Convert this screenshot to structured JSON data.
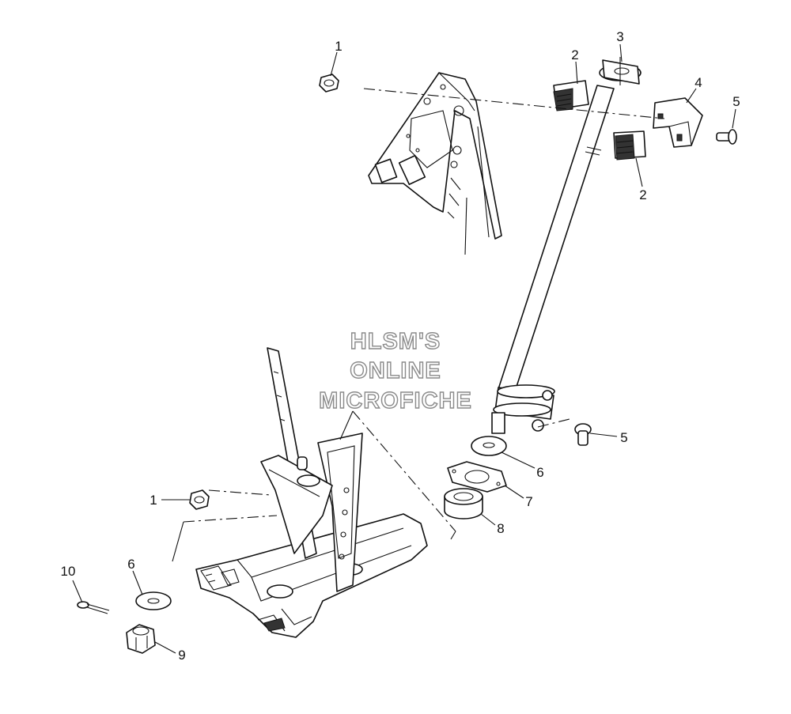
{
  "watermark": {
    "line1": "HLSM'S",
    "line2": "ONLINE",
    "line3": "MICROFICHE"
  },
  "callouts": {
    "c1_top": "1",
    "c2_top": "2",
    "c3": "3",
    "c4": "4",
    "c5_top": "5",
    "c2_mid": "2",
    "c5_mid": "5",
    "c6_mid": "6",
    "c7": "7",
    "c8": "8",
    "c1_left": "1",
    "c10": "10",
    "c6_left": "6",
    "c9": "9"
  },
  "colors": {
    "line": "#111111",
    "watermark_outline": "#8a8a8a",
    "background": "#ffffff"
  }
}
